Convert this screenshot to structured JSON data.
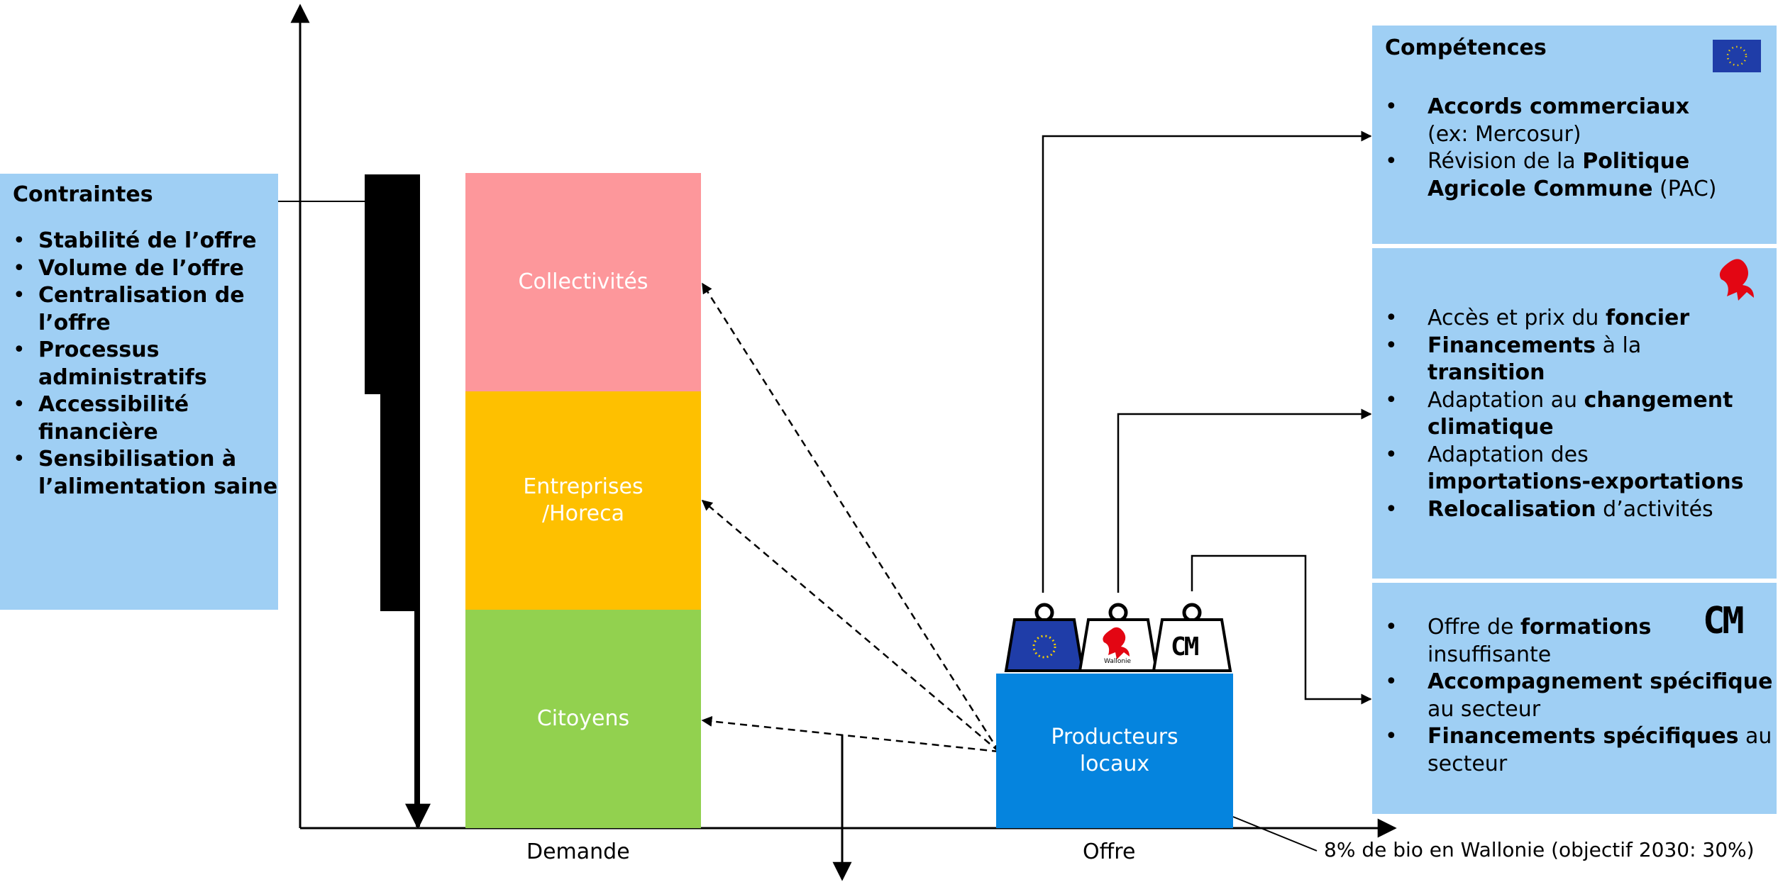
{
  "constraints": {
    "title": "Contraintes",
    "items": [
      "Stabilité de l’offre",
      "Volume de l’offre",
      "Centralisation de l’offre",
      "Processus administratifs",
      "Accessibilité financière",
      "Sensibilisation à l’alimentation saine"
    ]
  },
  "demand": {
    "blocks": [
      "Collectivités",
      "Entreprises /Horeca",
      "Citoyens"
    ],
    "axis_label": "Demande"
  },
  "supply": {
    "box_label": "Producteurs locaux",
    "axis_label": "Offre",
    "note": "8% de bio en Wallonie (objectif 2030: 30%)"
  },
  "panel_eu": {
    "title": "Compétences",
    "items": [
      {
        "b1": "Accords commerciaux",
        "t1": " (ex: Mercosur)"
      },
      {
        "t0": "Révision de la ",
        "b1": "Politique Agricole Commune",
        "t1": " (PAC)"
      }
    ]
  },
  "panel_wallonie": {
    "items": [
      {
        "t0": "Accès et prix du ",
        "b1": "foncier"
      },
      {
        "b1": "Financements",
        "t1": " à la ",
        "b2": "transition"
      },
      {
        "t0": "Adaptation au ",
        "b1": "changement climatique"
      },
      {
        "t0": "Adaptation des ",
        "b1": "importations-exportations"
      },
      {
        "b1": "Relocalisation",
        "t1": " d’activités"
      }
    ]
  },
  "panel_cm": {
    "logo_text": "CM",
    "items": [
      {
        "t0": "Offre de ",
        "b1": "formations",
        "t1": " insuffisante"
      },
      {
        "b1": "Accompagnement spécifique",
        "t1": " au secteur"
      },
      {
        "b1": "Financements spécifiques",
        "t1": " au secteur"
      }
    ]
  },
  "weights": {
    "cm_text": "CM",
    "wallonie_text": "Wallonie"
  },
  "colors": {
    "panel": "#9fcff4",
    "collectivites": "#fd979b",
    "entreprises": "#fec000",
    "citoyens": "#92d14f",
    "producteurs": "#0584de",
    "eu_blue": "#1f3da8",
    "wallonie_red": "#e30613"
  }
}
